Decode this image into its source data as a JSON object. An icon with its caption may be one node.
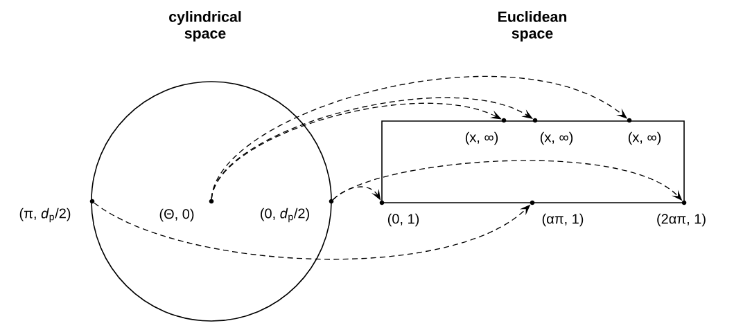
{
  "diagram": {
    "nodes": [
      {
        "text": [
          "(π, *d*$_{p}$/2)"
        ]
      },
      {
        "text": [
          "(Θ, 0)"
        ]
      },
      {
        "text": [
          "(0, *d*$_{p}$/2)"
        ]
      },
      {
        "text": [
          "(x, ∞)"
        ]
      },
      {
        "text": [
          "(x, ∞)"
        ]
      },
      {
        "text": [
          "(x, ∞)"
        ]
      },
      {
        "text": [
          "(0, 1)"
        ]
      },
      {
        "text": [
          "(απ, 1)"
        ]
      },
      {
        "text": [
          "(2απ, 1)"
        ]
      }
    ],
    "edges": [
      {
        "from": 1,
        "to": 3,
        "arrow": "to",
        "style": "dashed"
      },
      {
        "from": 1,
        "to": 4,
        "arrow": "to",
        "style": "dashed"
      },
      {
        "from": 1,
        "to": 5,
        "arrow": "to",
        "style": "dashed"
      },
      {
        "from": 2,
        "to": 6,
        "arrow": "to",
        "style": "dashed"
      },
      {
        "from": 2,
        "to": 8,
        "arrow": "to",
        "style": "dashed"
      },
      {
        "from": 0,
        "to": 7,
        "arrow": "to",
        "style": "dashed"
      }
    ],
    "labels": [
      "cylindrical space",
      "Euclidean space"
    ]
  }
}
